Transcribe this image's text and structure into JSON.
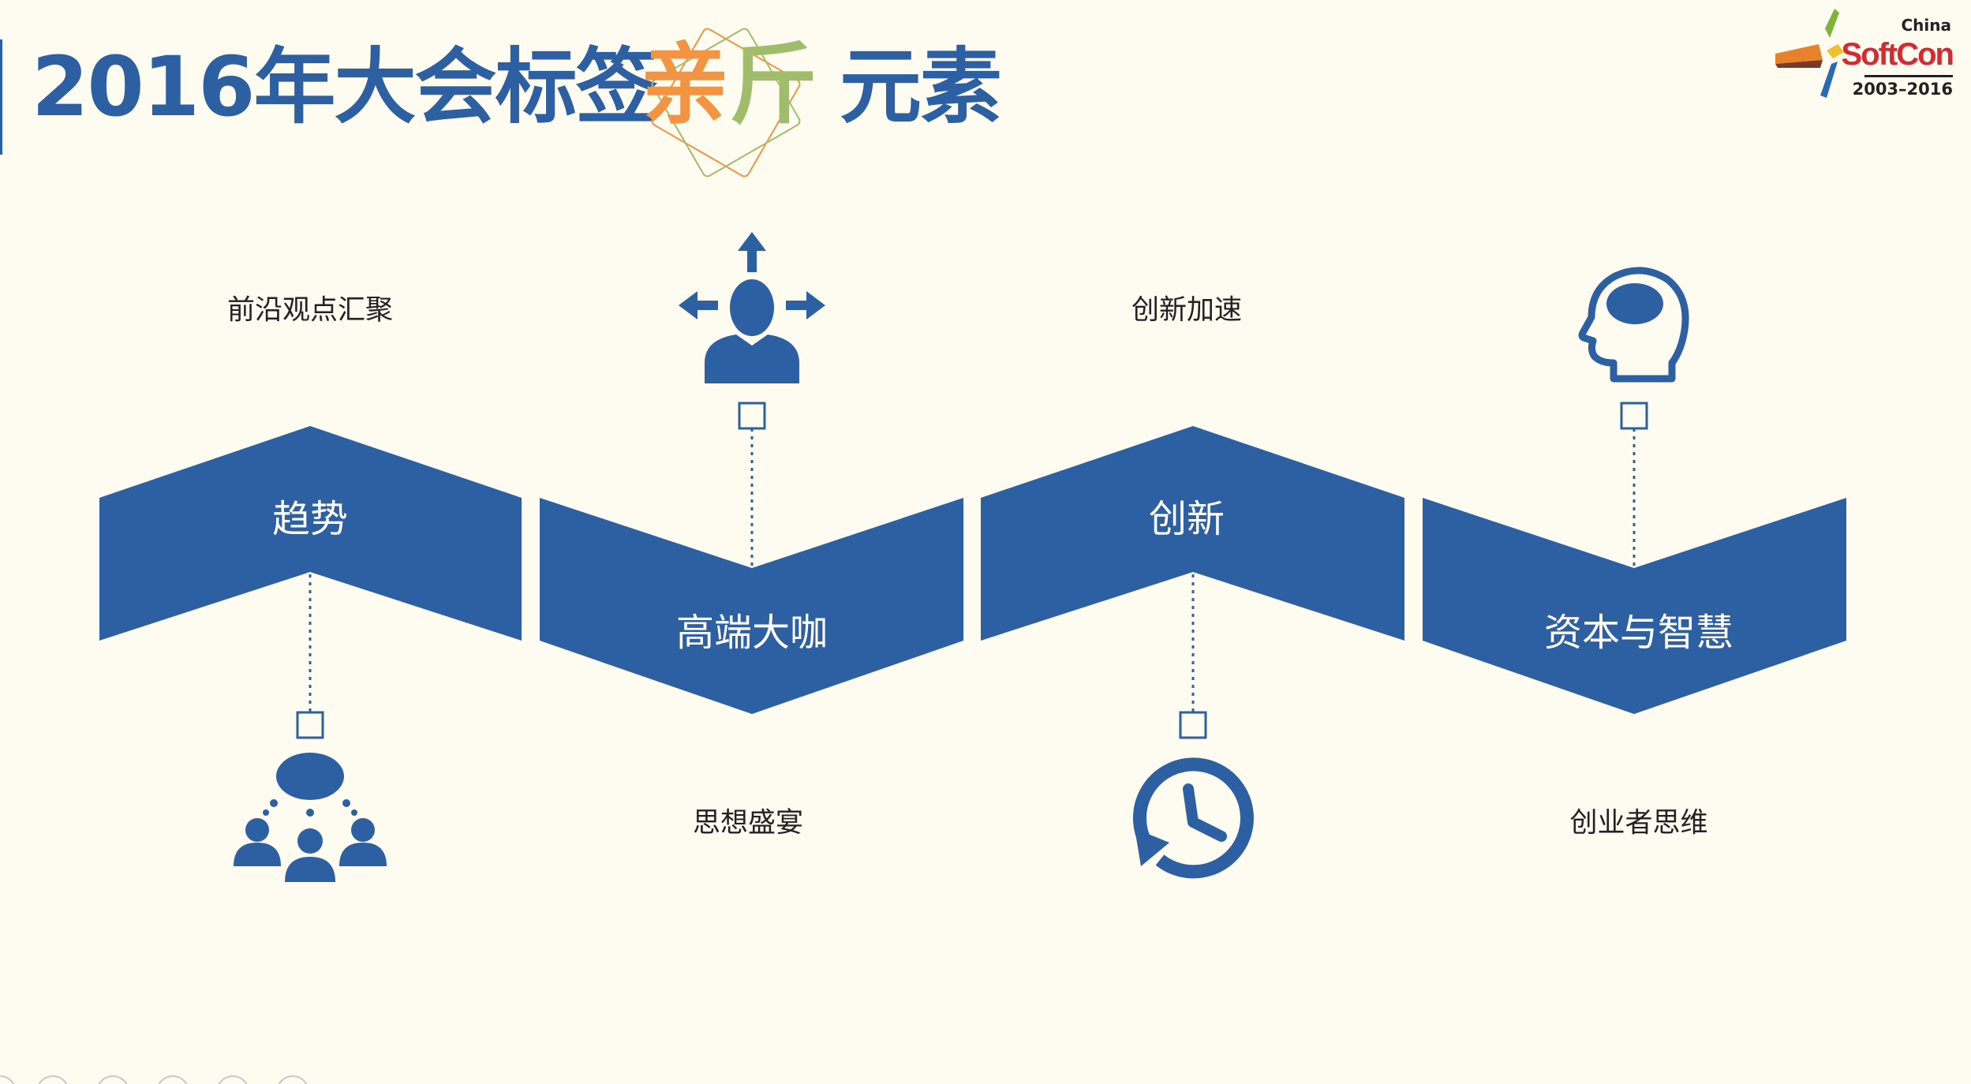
{
  "header": {
    "title_part1": "2016年大会标签",
    "title_highlight_left": "亲",
    "title_highlight_right": "斤",
    "title_highlight": "新",
    "title_part2": "元素"
  },
  "logo": {
    "top": "China",
    "brand": "SoftCon",
    "years": "2003–2016"
  },
  "steps": [
    {
      "band_label": "趋势",
      "caption": "前沿观点汇聚",
      "icon": "discussion-group-icon"
    },
    {
      "band_label": "高端大咖",
      "caption": "思想盛宴",
      "icon": "leader-arrows-icon"
    },
    {
      "band_label": "创新",
      "caption": "创新加速",
      "icon": "clock-icon"
    },
    {
      "band_label": "资本与智慧",
      "caption": "创业者思维",
      "icon": "brain-head-icon"
    }
  ],
  "colors": {
    "primary": "#2d5fa3",
    "accent_orange": "#f39443",
    "accent_green": "#9fbd6a",
    "background": "#fefbf0"
  }
}
